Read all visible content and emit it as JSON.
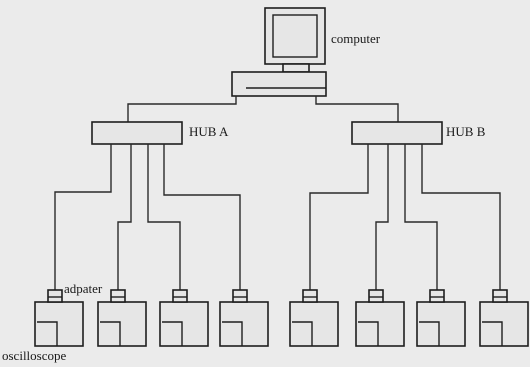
{
  "labels": {
    "computer": "computer",
    "hub_a": "HUB A",
    "hub_b": "HUB B",
    "adapter": "adpater",
    "oscilloscope": "oscilloscope"
  }
}
